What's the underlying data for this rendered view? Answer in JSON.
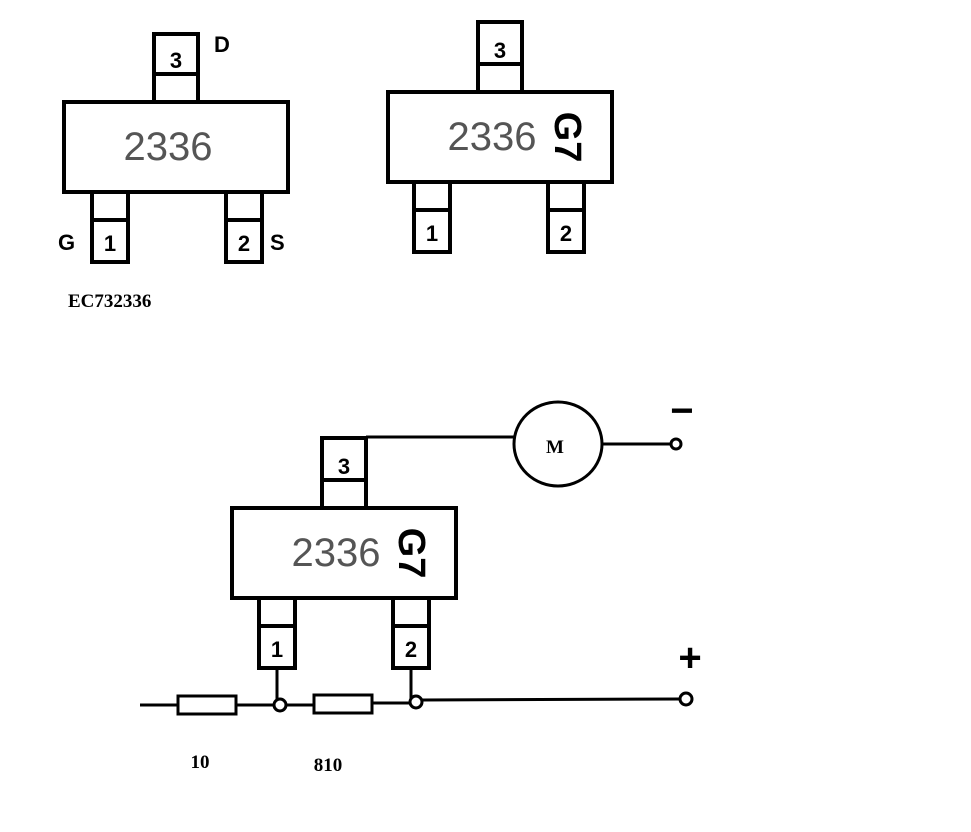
{
  "package1": {
    "marking": "2336",
    "pins": [
      "1",
      "2",
      "3"
    ],
    "pin_names": {
      "gate": "G",
      "source": "S",
      "drain": "D"
    },
    "caption": "EC732336"
  },
  "package2": {
    "marking": "2336",
    "code": "G7",
    "pins": [
      "1",
      "2",
      "3"
    ]
  },
  "circuit": {
    "marking": "2336",
    "code": "G7",
    "pins": [
      "1",
      "2",
      "3"
    ],
    "motor_label": "M",
    "minus_label": "−",
    "plus_label": "+",
    "resistors": [
      "10",
      "810"
    ]
  }
}
